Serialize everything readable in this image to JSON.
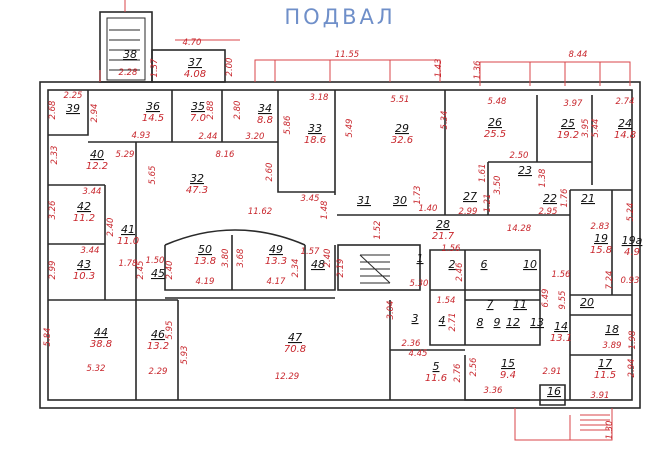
{
  "title": "ПОДВАЛ",
  "rooms": [
    {
      "number": "38",
      "area": ""
    },
    {
      "number": "37",
      "area": "4.08"
    },
    {
      "number": "39",
      "area": ""
    },
    {
      "number": "36",
      "area": "14.5"
    },
    {
      "number": "35",
      "area": "7.0"
    },
    {
      "number": "34",
      "area": "8.8"
    },
    {
      "number": "33",
      "area": "18.6"
    },
    {
      "number": "29",
      "area": "32.6"
    },
    {
      "number": "26",
      "area": "25.5"
    },
    {
      "number": "25",
      "area": "19.2"
    },
    {
      "number": "24",
      "area": "14.8"
    },
    {
      "number": "40",
      "area": "12.2"
    },
    {
      "number": "32",
      "area": "47.3"
    },
    {
      "number": "31",
      "area": ""
    },
    {
      "number": "30",
      "area": ""
    },
    {
      "number": "27",
      "area": ""
    },
    {
      "number": "23",
      "area": ""
    },
    {
      "number": "22",
      "area": ""
    },
    {
      "number": "21",
      "area": ""
    },
    {
      "number": "28",
      "area": "21.7"
    },
    {
      "number": "42",
      "area": "11.2"
    },
    {
      "number": "41",
      "area": "11.0"
    },
    {
      "number": "50",
      "area": "13.8"
    },
    {
      "number": "49",
      "area": "13.3"
    },
    {
      "number": "48",
      "area": ""
    },
    {
      "number": "45",
      "area": ""
    },
    {
      "number": "43",
      "area": "10.3"
    },
    {
      "number": "1",
      "area": ""
    },
    {
      "number": "2",
      "area": ""
    },
    {
      "number": "6",
      "area": ""
    },
    {
      "number": "10",
      "area": ""
    },
    {
      "number": "19",
      "area": "15.8"
    },
    {
      "number": "19a",
      "area": "4.9"
    },
    {
      "number": "20",
      "area": ""
    },
    {
      "number": "7",
      "area": ""
    },
    {
      "number": "11",
      "area": ""
    },
    {
      "number": "3",
      "area": ""
    },
    {
      "number": "4",
      "area": ""
    },
    {
      "number": "8",
      "area": ""
    },
    {
      "number": "9",
      "area": ""
    },
    {
      "number": "12",
      "area": ""
    },
    {
      "number": "13",
      "area": ""
    },
    {
      "number": "14",
      "area": "13.1"
    },
    {
      "number": "18",
      "area": ""
    },
    {
      "number": "44",
      "area": "38.8"
    },
    {
      "number": "46",
      "area": "13.2"
    },
    {
      "number": "47",
      "area": "70.8"
    },
    {
      "number": "5",
      "area": "11.6"
    },
    {
      "number": "15",
      "area": "9.4"
    },
    {
      "number": "17",
      "area": "11.5"
    },
    {
      "number": "16",
      "area": ""
    }
  ],
  "dimensions": [
    "4.70",
    "2.00",
    "1.37",
    "2.28",
    "11.55",
    "1.43",
    "8.44",
    "1.36",
    "2.25",
    "2.68",
    "2.94",
    "2.88",
    "2.80",
    "3.18",
    "5.51",
    "5.48",
    "3.97",
    "2.74",
    "4.93",
    "2.44",
    "3.20",
    "5.86",
    "5.49",
    "5.34",
    "5.44",
    "3.95",
    "2.33",
    "5.29",
    "8.16",
    "2.60",
    "5.65",
    "2.50",
    "1.61",
    "1.38",
    "3.50",
    "11.62",
    "3.45",
    "1.48",
    "1.73",
    "1.40",
    "1.21",
    "2.99",
    "2.95",
    "1.76",
    "2.83",
    "5.24",
    "3.44",
    "3.26",
    "2.40",
    "1.52",
    "14.28",
    "3.44",
    "2.99",
    "1.78",
    "2.45",
    "1.50",
    "2.40",
    "3.80",
    "3.68",
    "4.19",
    "4.17",
    "2.34",
    "1.57",
    "2.40",
    "2.19",
    "1.56",
    "2.46",
    "5.30",
    "1.56",
    "6.49",
    "9.55",
    "7.24",
    "0.93",
    "1.54",
    "3.04",
    "2.71",
    "2.36",
    "3.89",
    "1.98",
    "5.95",
    "5.84",
    "5.93",
    "4.45",
    "2.56",
    "2.76",
    "2.91",
    "2.94",
    "5.32",
    "2.29",
    "12.29",
    "3.36",
    "3.91",
    "1.30"
  ]
}
